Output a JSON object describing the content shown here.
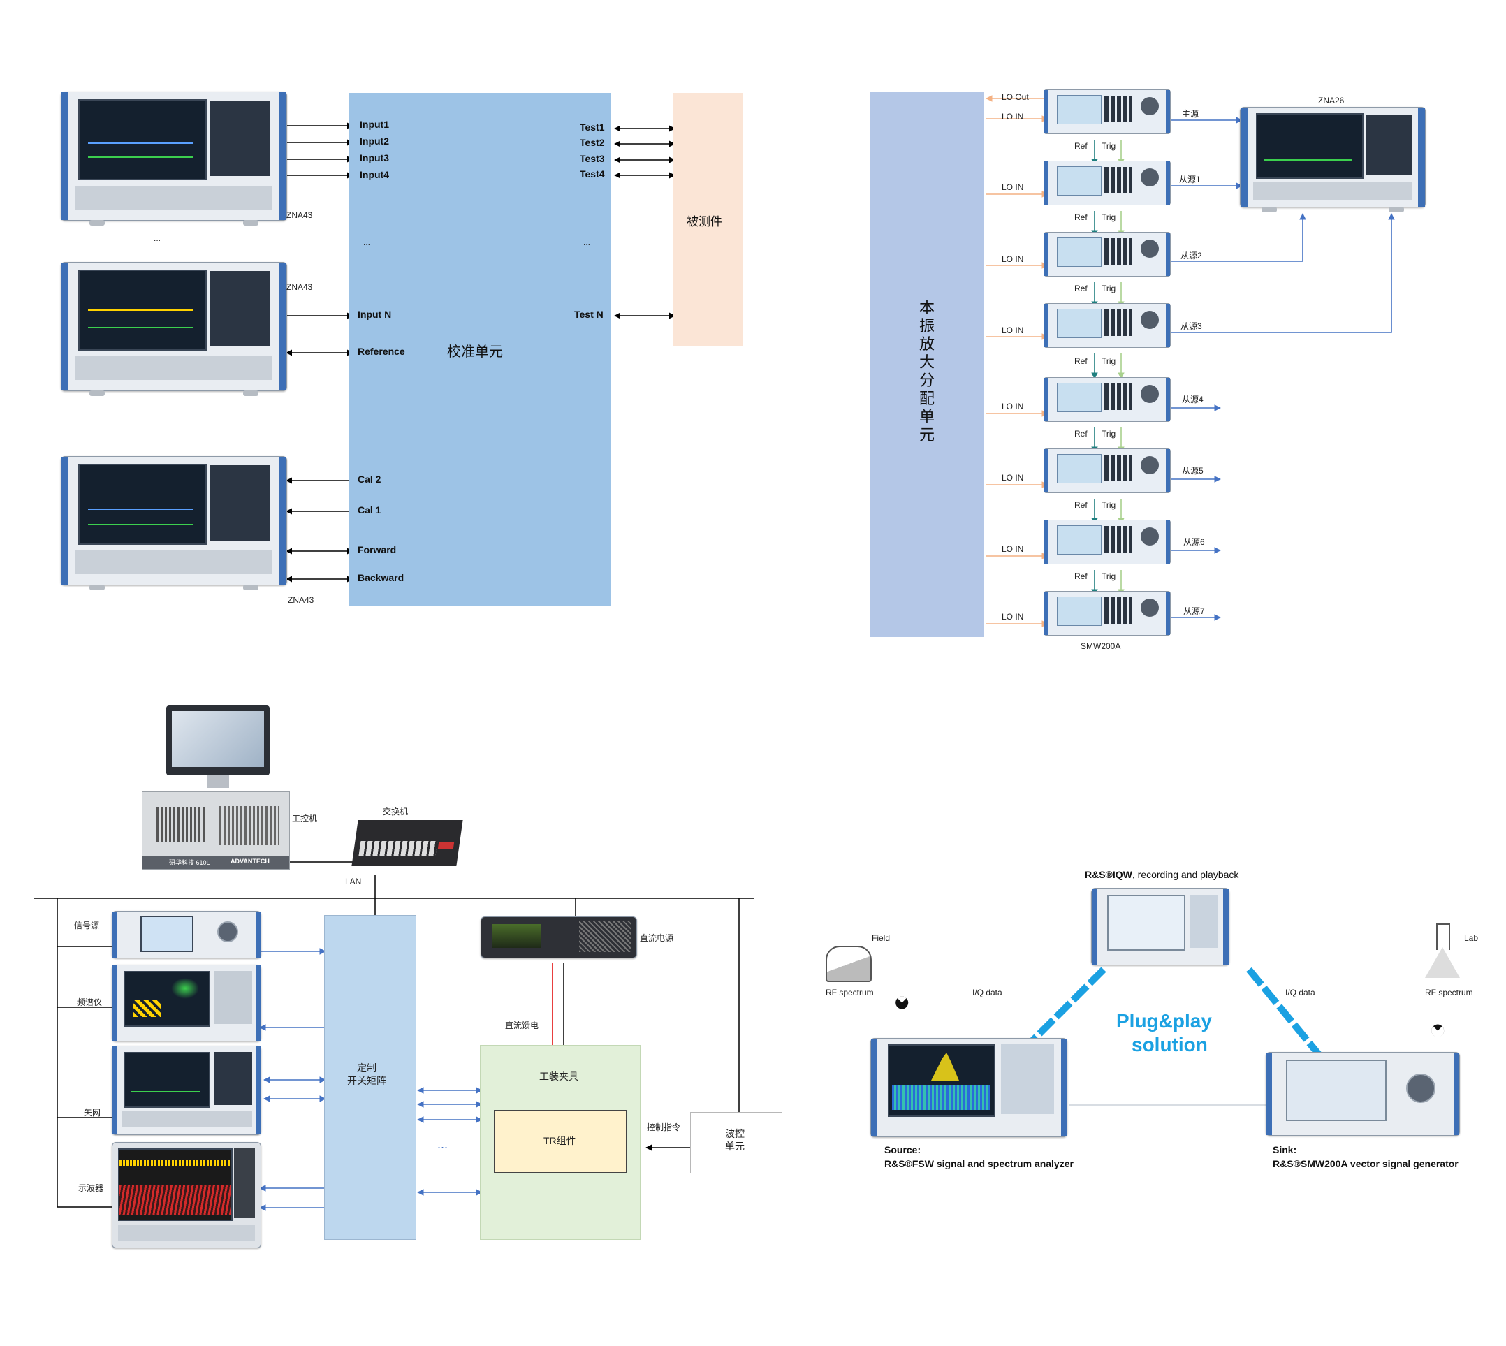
{
  "panel_a": {
    "instrument_label_1": "ZNA43",
    "instrument_label_2": "ZNA43",
    "instrument_label_3": "ZNA43",
    "ellipsis_left": "...",
    "cal_unit_title": "校准单元",
    "dut_label": "被测件",
    "inputs": [
      "Input1",
      "Input2",
      "Input3",
      "Input4"
    ],
    "tests": [
      "Test1",
      "Test2",
      "Test3",
      "Test4"
    ],
    "ellipsis_in": "...",
    "ellipsis_test": "...",
    "input_n": "Input N",
    "test_n": "Test N",
    "reference": "Reference",
    "cal2": "Cal 2",
    "cal1": "Cal 1",
    "forward": "Forward",
    "backward": "Backward"
  },
  "panel_b": {
    "lo_unit_title": "本振放大分配单元",
    "lo_out": "LO Out",
    "lo_in": "LO IN",
    "ref": "Ref",
    "trig": "Trig",
    "main_source": "主源",
    "slave_sources": [
      "从源1",
      "从源2",
      "从源3",
      "从源4",
      "从源5",
      "从源6",
      "从源7"
    ],
    "analyzer_label": "ZNA26",
    "generator_label": "SMW200A"
  },
  "panel_c": {
    "ipc_label": "工控机",
    "ipc_brand": "ADVANTECH",
    "ipc_plate": "研华科技 610L",
    "switch_label": "交换机",
    "lan": "LAN",
    "instruments": [
      "信号源",
      "频谱仪",
      "矢网",
      "示波器"
    ],
    "dc_supply": "直流电源",
    "dc_feed": "直流馈电",
    "matrix_title": "定制\n开关矩阵",
    "fixture_title": "工装夹具",
    "tr_module": "TR组件",
    "ellipsis": "...",
    "control_cmd": "控制指令",
    "beam_unit": "波控\n单元"
  },
  "panel_d": {
    "iqw_title_bold": "R&S®IQW",
    "iqw_title_rest": ", recording and playback",
    "field": "Field",
    "rf_spectrum_left": "RF spectrum",
    "iq_left": "I/Q data",
    "iq_right": "I/Q data",
    "lab": "Lab",
    "rf_spectrum_right": "RF spectrum",
    "plug_play_1": "Plug&play",
    "plug_play_2": "solution",
    "source_head": "Source:",
    "source_desc": "R&S®FSW signal and spectrum analyzer",
    "sink_head": "Sink:",
    "sink_desc": "R&S®SMW200A vector signal generator"
  },
  "colors": {
    "cal_unit": "#9dc3e6",
    "dut": "#fbe5d6",
    "lo_unit": "#b4c7e7",
    "matrix": "#bdd7ee",
    "fixture": "#e2f0d9",
    "tr": "#fff2cc",
    "arrow_blue": "#4472c4",
    "arrow_orange": "#f4b183",
    "arrow_teal": "#1f7f7f",
    "arrow_green": "#a9d18e",
    "plug_blue": "#1ba1e2"
  }
}
